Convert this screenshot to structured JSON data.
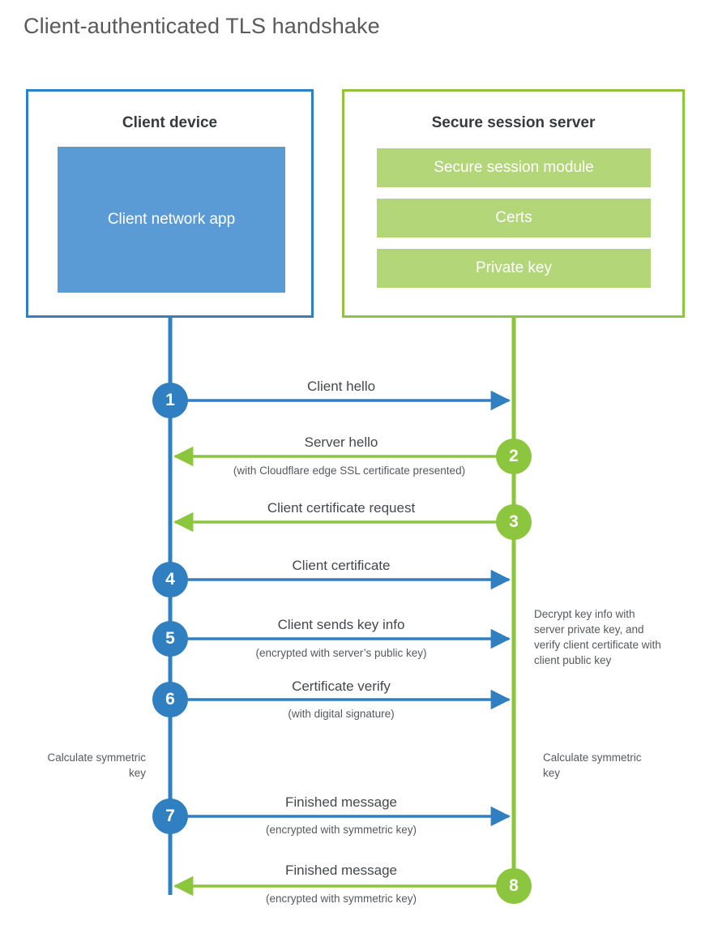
{
  "title": "Client-authenticated TLS handshake",
  "colors": {
    "client_blue": "#2f7fc1",
    "client_app_fill": "#5b9bd5",
    "server_green": "#8cc63e",
    "server_bar_fill": "#b2d678",
    "title_text": "#5a5a5a",
    "body_text": "#44484c"
  },
  "client": {
    "title": "Client device",
    "app_label": "Client network app"
  },
  "server": {
    "title": "Secure session server",
    "bars": [
      {
        "label": "Secure session module"
      },
      {
        "label": "Certs"
      },
      {
        "label": "Private key"
      }
    ]
  },
  "steps": [
    {
      "number": "1",
      "side": "client",
      "direction": "right",
      "label": "Client hello",
      "sublabel": ""
    },
    {
      "number": "2",
      "side": "server",
      "direction": "left",
      "label": "Server hello",
      "sublabel": "(with Cloudflare edge SSL certificate presented)"
    },
    {
      "number": "3",
      "side": "server",
      "direction": "left",
      "label": "Client certificate request",
      "sublabel": ""
    },
    {
      "number": "4",
      "side": "client",
      "direction": "right",
      "label": "Client certificate",
      "sublabel": ""
    },
    {
      "number": "5",
      "side": "client",
      "direction": "right",
      "label": "Client sends key info",
      "sublabel": "(encrypted with server’s public key)"
    },
    {
      "number": "6",
      "side": "client",
      "direction": "right",
      "label": "Certificate verify",
      "sublabel": "(with digital signature)"
    },
    {
      "number": "7",
      "side": "client",
      "direction": "right",
      "label": "Finished message",
      "sublabel": "(encrypted with symmetric key)"
    },
    {
      "number": "8",
      "side": "server",
      "direction": "left",
      "label": "Finished message",
      "sublabel": "(encrypted with symmetric key)"
    }
  ],
  "annotations": {
    "server_decrypt": "Decrypt key info with server private key, and verify client certificate with client public key",
    "client_calculate": "Calculate symmetric key",
    "server_calculate": "Calculate symmetric key"
  }
}
